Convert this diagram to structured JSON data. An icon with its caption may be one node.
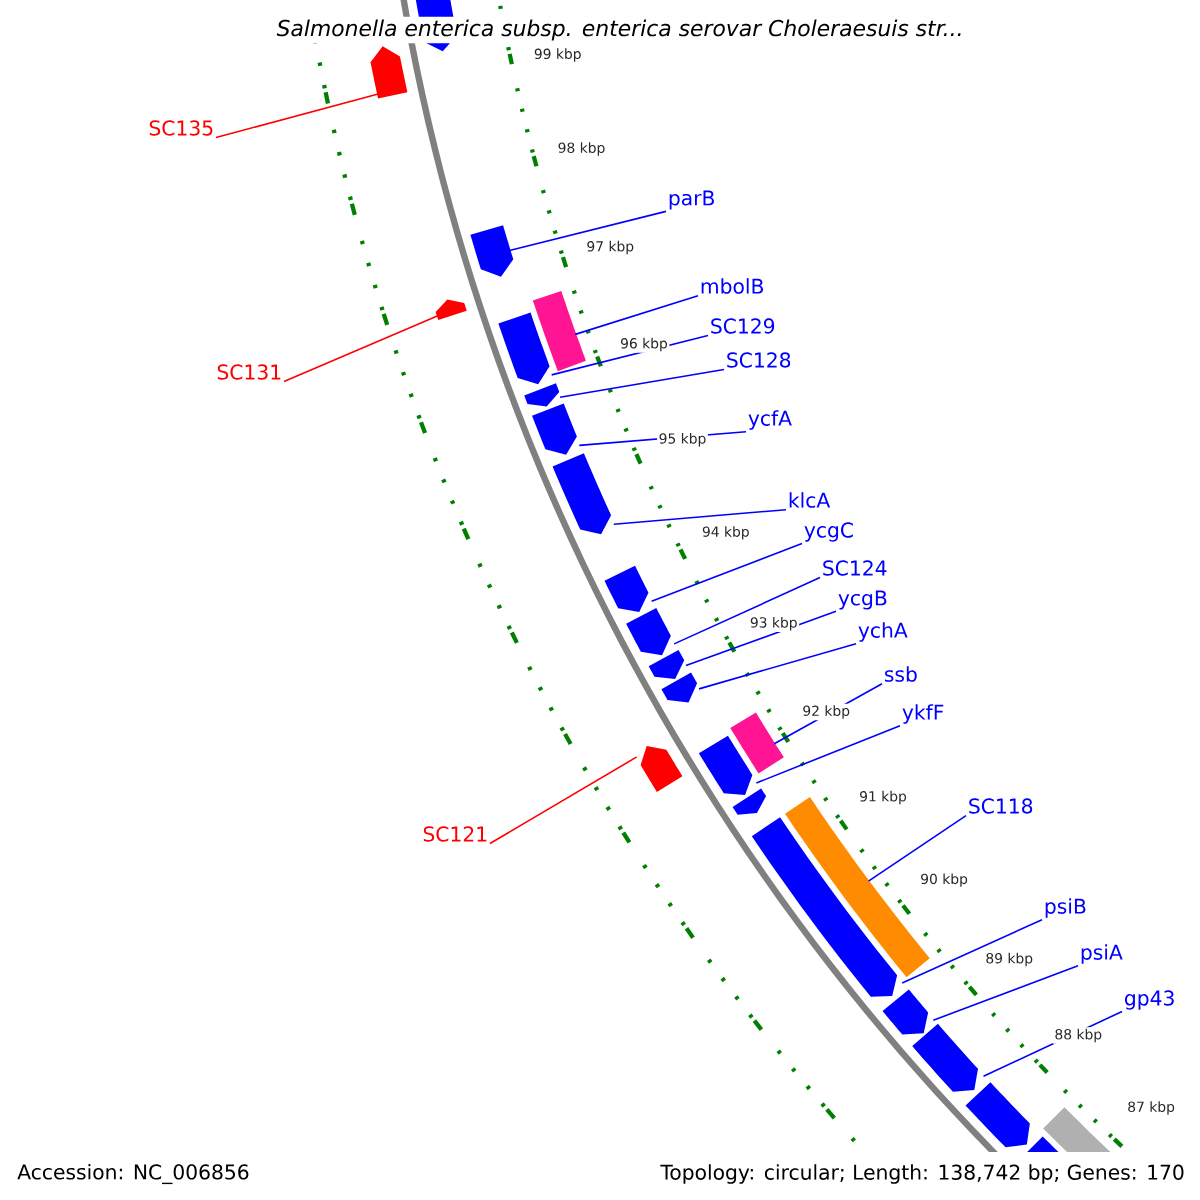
{
  "diagram": {
    "title": "Salmonella enterica subsp. enterica serovar Choleraesuis str...",
    "nodes": [
      {
        "text": [
          "SC135"
        ]
      },
      {
        "text": [
          "parB"
        ]
      },
      {
        "text": [
          "mbolB"
        ]
      },
      {
        "text": [
          "SC129"
        ]
      },
      {
        "text": [
          "SC128"
        ]
      },
      {
        "text": [
          "SC131"
        ]
      },
      {
        "text": [
          "ycfA"
        ]
      },
      {
        "text": [
          "klcA"
        ]
      },
      {
        "text": [
          "ycgC"
        ]
      },
      {
        "text": [
          "SC124"
        ]
      },
      {
        "text": [
          "ycgB"
        ]
      },
      {
        "text": [
          "ychA"
        ]
      },
      {
        "text": [
          "ssb"
        ]
      },
      {
        "text": [
          "ykfF"
        ]
      },
      {
        "text": [
          "SC118"
        ]
      },
      {
        "text": [
          "SC121"
        ]
      },
      {
        "text": [
          "psiB"
        ]
      },
      {
        "text": [
          "psiA"
        ]
      },
      {
        "text": [
          "gp43"
        ]
      },
      {
        "text": [],
        "shape": "arrow"
      },
      {
        "text": [],
        "shape": "arrow"
      },
      {
        "text": [],
        "shape": "arrow"
      },
      {
        "text": [],
        "shape": "arrow"
      },
      {
        "text": [],
        "shape": "bar"
      },
      {
        "text": [],
        "shape": "arrow"
      },
      {
        "text": [],
        "shape": "arrow"
      },
      {
        "text": [],
        "shape": "arrow"
      },
      {
        "text": [],
        "shape": "arrow"
      },
      {
        "text": [],
        "shape": "arrow"
      },
      {
        "text": [],
        "shape": "arrow"
      },
      {
        "text": [],
        "shape": "arrow"
      },
      {
        "text": [],
        "shape": "arrow"
      },
      {
        "text": [],
        "shape": "arrow"
      },
      {
        "text": [],
        "shape": "bar"
      },
      {
        "text": [],
        "shape": "arrow"
      },
      {
        "text": [],
        "shape": "arrow"
      },
      {
        "text": [],
        "shape": "bar"
      },
      {
        "text": [],
        "shape": "arrow"
      },
      {
        "text": [],
        "shape": "arrow"
      },
      {
        "text": [],
        "shape": "arrow"
      },
      {
        "text": [],
        "shape": "arrow"
      },
      {
        "text": [],
        "shape": "arrow"
      },
      {
        "text": [],
        "shape": "bar"
      }
    ],
    "edges": [
      {
        "from": 0,
        "to": 20,
        "arrow": "none",
        "color": "#ff0000"
      },
      {
        "from": 1,
        "to": 21,
        "arrow": "none"
      },
      {
        "from": 2,
        "to": 23,
        "arrow": "none"
      },
      {
        "from": 3,
        "to": 24,
        "arrow": "none"
      },
      {
        "from": 4,
        "to": 25,
        "arrow": "none"
      },
      {
        "from": 5,
        "to": 22,
        "arrow": "none",
        "color": "#ff0000"
      },
      {
        "from": 6,
        "to": 26,
        "arrow": "none"
      },
      {
        "from": 7,
        "to": 27,
        "arrow": "none"
      },
      {
        "from": 8,
        "to": 28,
        "arrow": "none"
      },
      {
        "from": 9,
        "to": 29,
        "arrow": "none"
      },
      {
        "from": 10,
        "to": 30,
        "arrow": "none"
      },
      {
        "from": 11,
        "to": 31,
        "arrow": "none"
      },
      {
        "from": 12,
        "to": 33,
        "arrow": "none"
      },
      {
        "from": 13,
        "to": 34,
        "arrow": "none"
      },
      {
        "from": 14,
        "to": 36,
        "arrow": "none"
      },
      {
        "from": 15,
        "to": 32,
        "arrow": "none",
        "color": "#ff0000"
      },
      {
        "from": 16,
        "to": 37,
        "arrow": "none"
      },
      {
        "from": 17,
        "to": 38,
        "arrow": "none"
      },
      {
        "from": 18,
        "to": 39,
        "arrow": "none"
      }
    ],
    "labels": [
      "99 kbp",
      "98 kbp",
      "97 kbp",
      "96 kbp",
      "95 kbp",
      "94 kbp",
      "93 kbp",
      "92 kbp",
      "91 kbp",
      "90 kbp",
      "89 kbp",
      "88 kbp",
      "87 kbp",
      "Accession: NC_006856",
      "Topology: circular; Length: 138,742 bp; Genes: 170"
    ]
  }
}
